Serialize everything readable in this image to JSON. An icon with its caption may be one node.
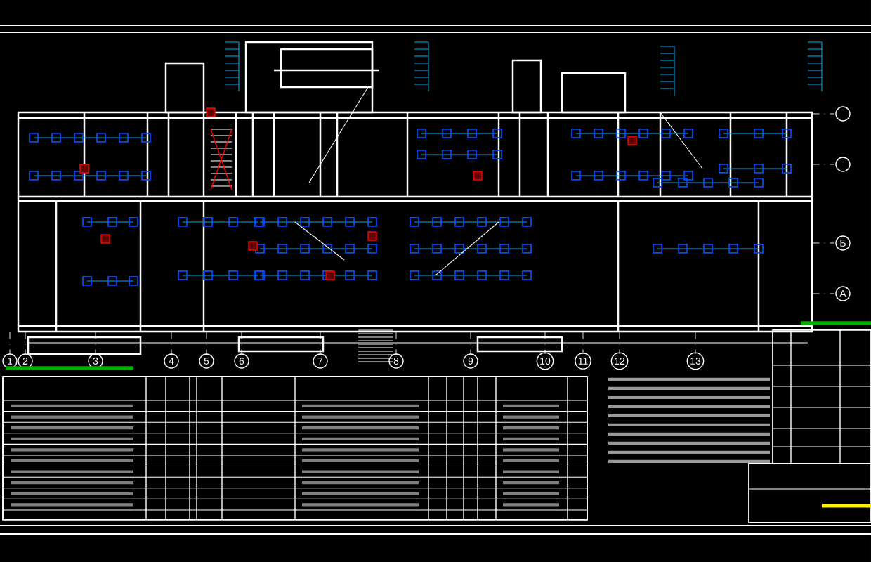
{
  "diagram": {
    "labels": [
      "1",
      "2",
      "3",
      "4",
      "5",
      "6",
      "7",
      "8",
      "9",
      "10",
      "11",
      "12",
      "13",
      "Б",
      "А"
    ]
  }
}
